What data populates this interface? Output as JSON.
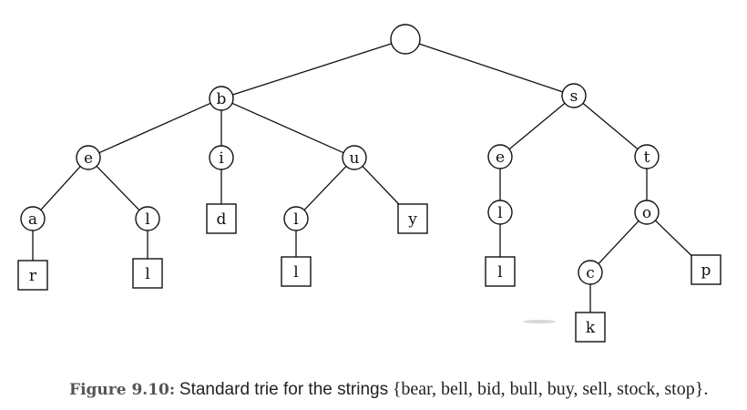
{
  "trie": {
    "root": {
      "label": "",
      "children": [
        {
          "label": "b",
          "children": [
            {
              "label": "e",
              "children": [
                {
                  "label": "a",
                  "children": [
                    {
                      "label": "r",
                      "terminal": true,
                      "children": []
                    }
                  ]
                },
                {
                  "label": "l",
                  "children": [
                    {
                      "label": "l",
                      "terminal": true,
                      "children": []
                    }
                  ]
                }
              ]
            },
            {
              "label": "i",
              "children": [
                {
                  "label": "d",
                  "terminal": true,
                  "children": []
                }
              ]
            },
            {
              "label": "u",
              "children": [
                {
                  "label": "l",
                  "children": [
                    {
                      "label": "l",
                      "terminal": true,
                      "children": []
                    }
                  ]
                },
                {
                  "label": "y",
                  "terminal": true,
                  "children": []
                }
              ]
            }
          ]
        },
        {
          "label": "s",
          "children": [
            {
              "label": "e",
              "children": [
                {
                  "label": "l",
                  "children": [
                    {
                      "label": "l",
                      "terminal": true,
                      "children": []
                    }
                  ]
                }
              ]
            },
            {
              "label": "t",
              "children": [
                {
                  "label": "o",
                  "children": [
                    {
                      "label": "c",
                      "children": [
                        {
                          "label": "k",
                          "terminal": true,
                          "children": []
                        }
                      ]
                    },
                    {
                      "label": "p",
                      "terminal": true,
                      "children": []
                    }
                  ]
                }
              ]
            }
          ]
        }
      ]
    }
  },
  "caption": {
    "figure_label": "Figure 9.10:",
    "text": "Standard trie for the strings",
    "set": "{bear, bell, bid, bull, buy, sell, stock, stop}."
  }
}
